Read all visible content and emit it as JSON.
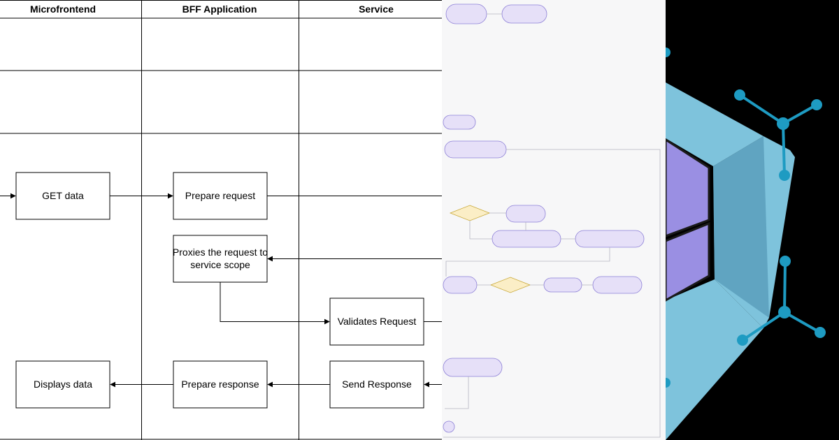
{
  "swimlane": {
    "lanes": [
      "Microfrontend",
      "BFF Application",
      "Service"
    ],
    "boxes": {
      "get_data": "GET data",
      "prepare_request": "Prepare request",
      "proxies_line1": "Proxies the request to",
      "proxies_line2": "service scope",
      "validates": "Validates Request",
      "displays": "Displays data",
      "prepare_response": "Prepare response",
      "send_response": "Send Response"
    }
  },
  "colors": {
    "flow_node_fill": "#e6e0f8",
    "flow_node_stroke": "#8c7fd6",
    "decision_fill": "#fbeec6",
    "decision_stroke": "#c9a93a",
    "logo_cyan": "#7ec3dc",
    "logo_purple": "#9a8fe3",
    "logo_node": "#1e9bc2"
  },
  "icons": {
    "logo": "cube-network-logo"
  }
}
